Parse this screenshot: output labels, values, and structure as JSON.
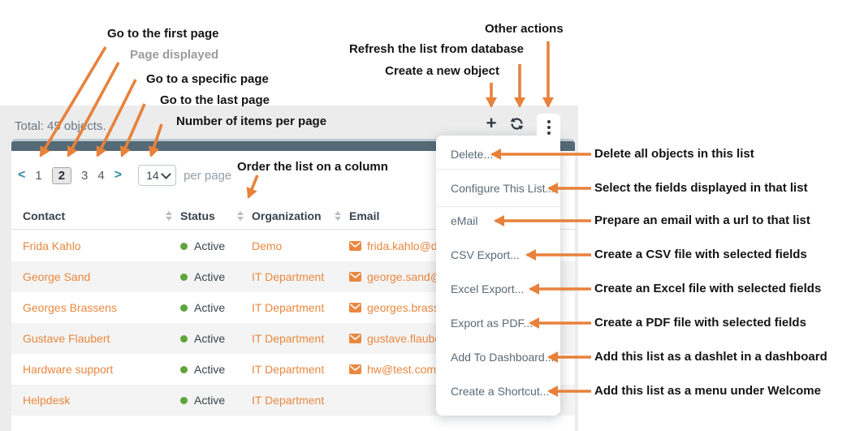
{
  "annotations": {
    "go_first": "Go to the first page",
    "page_displayed": "Page displayed",
    "go_specific": "Go to a specific page",
    "go_last": "Go to the last page",
    "items_per_page": "Number of items per page",
    "order_column": "Order the list on a column",
    "other_actions": "Other actions",
    "refresh": "Refresh the list from database",
    "create": "Create a new object",
    "menu_notes": [
      "Delete all objects in this list",
      "Select the fields displayed in that list",
      "Prepare an email with a url to that list",
      "Create a CSV file with selected fields",
      "Create an Excel file with selected fields",
      "Create a PDF file with selected fields",
      "Add this list as a dashlet in a dashboard",
      "Add this list as a menu under Welcome"
    ]
  },
  "list": {
    "total_label": "Total: 45 objects.",
    "toolbar_icons": [
      "plus-icon",
      "refresh-icon",
      "kebab-icon"
    ],
    "pagination": {
      "prev": "<",
      "pages": [
        "1",
        "2",
        "3",
        "4"
      ],
      "current": "2",
      "next": ">",
      "page_size": "14",
      "per_page_label": "per page"
    },
    "columns": [
      "Contact",
      "Status",
      "Organization",
      "Email"
    ],
    "rows": [
      {
        "contact": "Frida Kahlo",
        "status": "Active",
        "organization": "Demo",
        "email": "frida.kahlo@de"
      },
      {
        "contact": "George Sand",
        "status": "Active",
        "organization": "IT Department",
        "email": "george.sand@i"
      },
      {
        "contact": "Georges Brassens",
        "status": "Active",
        "organization": "IT Department",
        "email": "georges.brasse"
      },
      {
        "contact": "Gustave Flaubert",
        "status": "Active",
        "organization": "IT Department",
        "email": "gustave.flaube"
      },
      {
        "contact": "Hardware support",
        "status": "Active",
        "organization": "IT Department",
        "email": "hw@test.com"
      },
      {
        "contact": "Helpdesk",
        "status": "Active",
        "organization": "IT Department",
        "email": ""
      }
    ]
  },
  "menu": {
    "items": [
      "Delete...",
      "Configure This List...",
      "eMail",
      "CSV Export...",
      "Excel Export...",
      "Export as PDF...",
      "Add To Dashboard...",
      "Create a Shortcut..."
    ]
  },
  "colors": {
    "arrow_orange": "#e8813a",
    "link_orange": "#ea873e",
    "active_green": "#5da53c",
    "panel_bar": "#546a76",
    "gray_annotation": "#9b9b9b"
  }
}
